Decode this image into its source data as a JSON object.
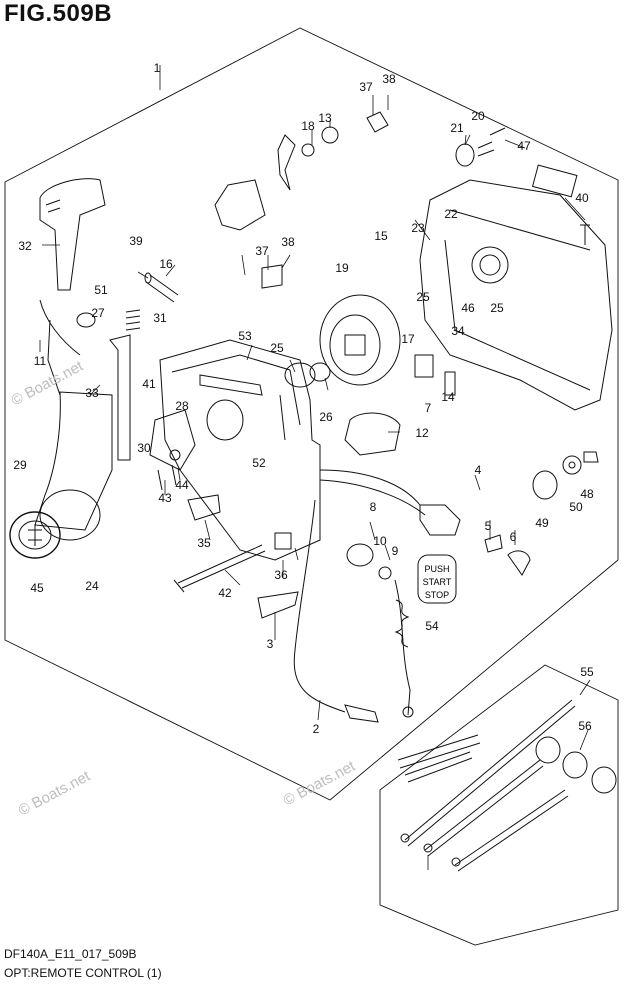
{
  "figure_title": "FIG.509B",
  "footer": {
    "code": "DF140A_E11_017_509B",
    "description": "OPT:REMOTE CONTROL (1)"
  },
  "watermarks": [
    "© Boats.net",
    "© Boats.net",
    "© Boats.net"
  ],
  "button_label": [
    "PUSH",
    "START",
    "STOP"
  ],
  "callouts": [
    "1",
    "2",
    "3",
    "4",
    "5",
    "6",
    "7",
    "8",
    "9",
    "10",
    "11",
    "12",
    "13",
    "14",
    "15",
    "16",
    "17",
    "18",
    "19",
    "20",
    "21",
    "22",
    "23",
    "24",
    "25",
    "25",
    "25",
    "26",
    "27",
    "28",
    "29",
    "30",
    "31",
    "32",
    "33",
    "34",
    "35",
    "36",
    "37",
    "37",
    "38",
    "38",
    "39",
    "40",
    "41",
    "42",
    "43",
    "44",
    "45",
    "46",
    "47",
    "48",
    "49",
    "50",
    "51",
    "52",
    "53",
    "54",
    "55",
    "56"
  ]
}
